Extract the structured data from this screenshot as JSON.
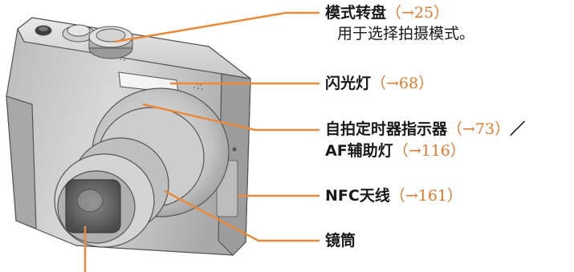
{
  "colors": {
    "leader_line": "#e98a3c",
    "reference": "#e07a2e",
    "text": "#1a1a1a"
  },
  "labels": {
    "mode_dial": {
      "name": "模式转盘",
      "ref": "（→25）",
      "desc": "用于选择拍摄模式。"
    },
    "flash": {
      "name": "闪光灯",
      "ref": "（→68）"
    },
    "self_timer": {
      "name": "自拍定时器指示器",
      "ref": "（→73）",
      "sep": "／"
    },
    "af_assist": {
      "name": "AF辅助灯",
      "ref": "（→116）"
    },
    "nfc": {
      "name": "NFC天线",
      "ref": "（→161）"
    },
    "lens_barrel": {
      "name": "镜筒"
    }
  }
}
